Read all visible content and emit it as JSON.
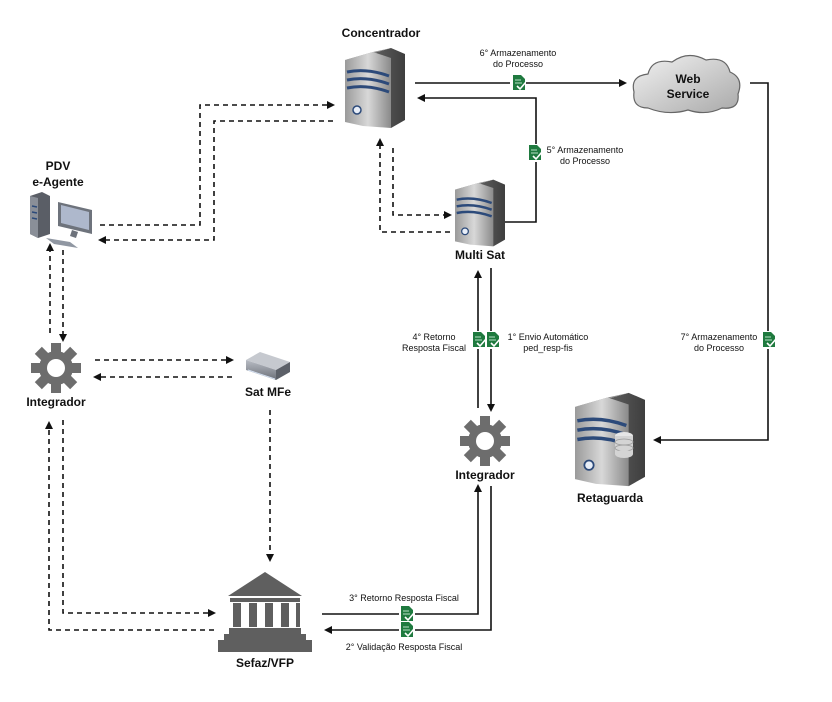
{
  "diagram": {
    "nodes": {
      "concentrador": {
        "label": "Concentrador",
        "icon": "server-icon"
      },
      "web_service": {
        "label_line1": "Web",
        "label_line2": "Service",
        "icon": "cloud-icon"
      },
      "pdv": {
        "label_line1": "PDV",
        "label_line2": "e-Agente",
        "icon": "desktop-computer-icon"
      },
      "multisat": {
        "label": "Multi Sat",
        "icon": "server-icon"
      },
      "integrador_left": {
        "label": "Integrador",
        "icon": "gear-icon"
      },
      "sat_mfe": {
        "label": "Sat MFe",
        "icon": "device-icon"
      },
      "integrador_center": {
        "label": "Integrador",
        "icon": "gear-icon"
      },
      "retaguarda": {
        "label": "Retaguarda",
        "icon": "database-server-icon"
      },
      "sefaz": {
        "label": "Sefaz/VFP",
        "icon": "government-building-icon"
      }
    },
    "steps": {
      "s1": {
        "line1": "1° Envio Automático",
        "line2": "ped_resp-fis"
      },
      "s2": {
        "line1": "2° Validação Resposta Fiscal"
      },
      "s3": {
        "line1": "3° Retorno Resposta Fiscal"
      },
      "s4": {
        "line1": "4° Retorno",
        "line2": "Resposta Fiscal"
      },
      "s5": {
        "line1": "5° Armazenamento",
        "line2": "do Processo"
      },
      "s6": {
        "line1": "6° Armazenamento",
        "line2": "do Processo"
      },
      "s7": {
        "line1": "7° Armazenamento",
        "line2": "do Processo"
      }
    },
    "colors": {
      "document_icon": "#1f7a3f",
      "server_stripe": "#2c4a7a",
      "icon_gray": "#6d6d6d"
    }
  }
}
